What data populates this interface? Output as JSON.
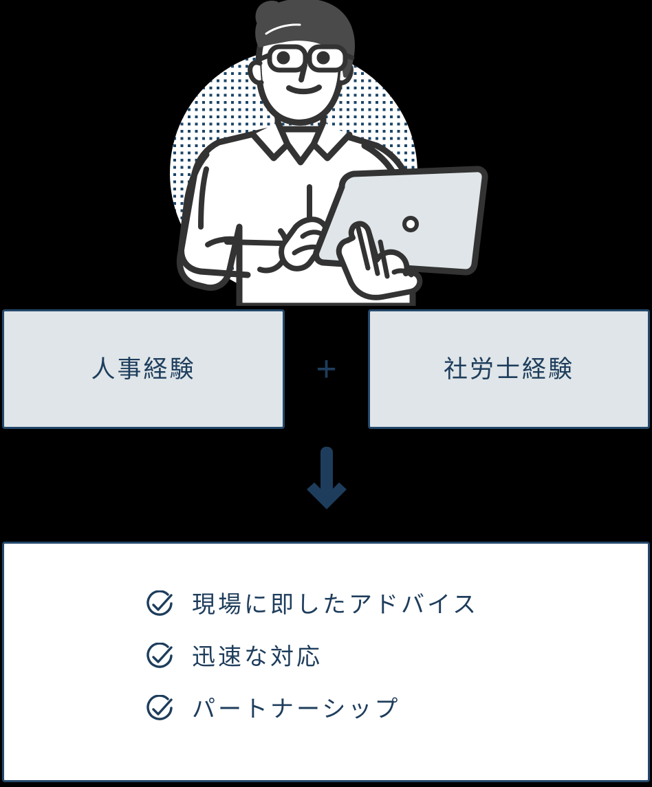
{
  "illustration": {
    "alt_name": "businessman-with-laptop-illustration",
    "background_circle": "dotted-circle-pattern",
    "dot_color": "#1b4568",
    "laptop_color": "#dfe5e8",
    "outline_color": "#333333",
    "hair_color": "#4a4a4a"
  },
  "boxes": {
    "left": {
      "label": "人事経験"
    },
    "right": {
      "label": "社労士経験"
    },
    "operator": "+",
    "fill_color": "#dfe5e8",
    "border_color": "#24486b",
    "text_color": "#1e3d5c"
  },
  "arrow": {
    "name": "arrow-down",
    "color": "#1e3d5c"
  },
  "benefits": {
    "panel_background": "#ffffff",
    "panel_border_color": "#24486b",
    "check_color": "#1e3d5c",
    "items": [
      {
        "label": "現場に即したアドバイス"
      },
      {
        "label": "迅速な対応"
      },
      {
        "label": "パートナーシップ"
      }
    ]
  }
}
